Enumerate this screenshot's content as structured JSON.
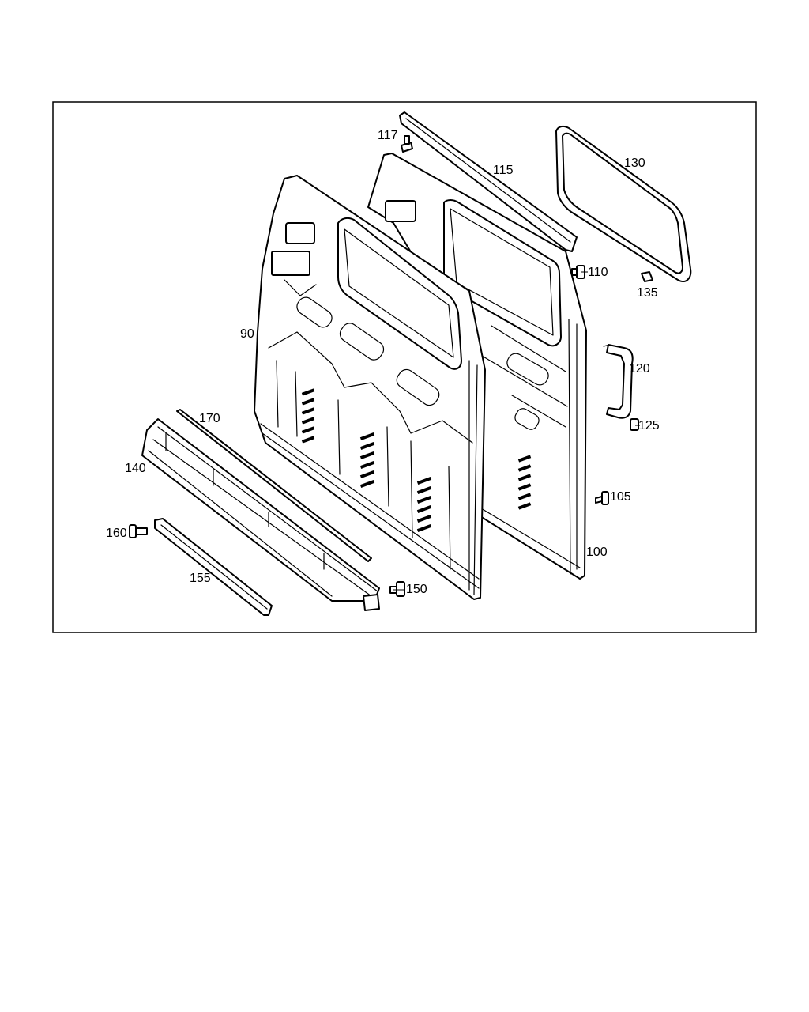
{
  "callouts": {
    "p90": "90",
    "p100": "100",
    "p105": "105",
    "p110": "110",
    "p115": "115",
    "p117": "117",
    "p120": "120",
    "p125": "125",
    "p130": "130",
    "p135": "135",
    "p140": "140",
    "p150": "150",
    "p155": "155",
    "p160": "160",
    "p170": "170"
  }
}
